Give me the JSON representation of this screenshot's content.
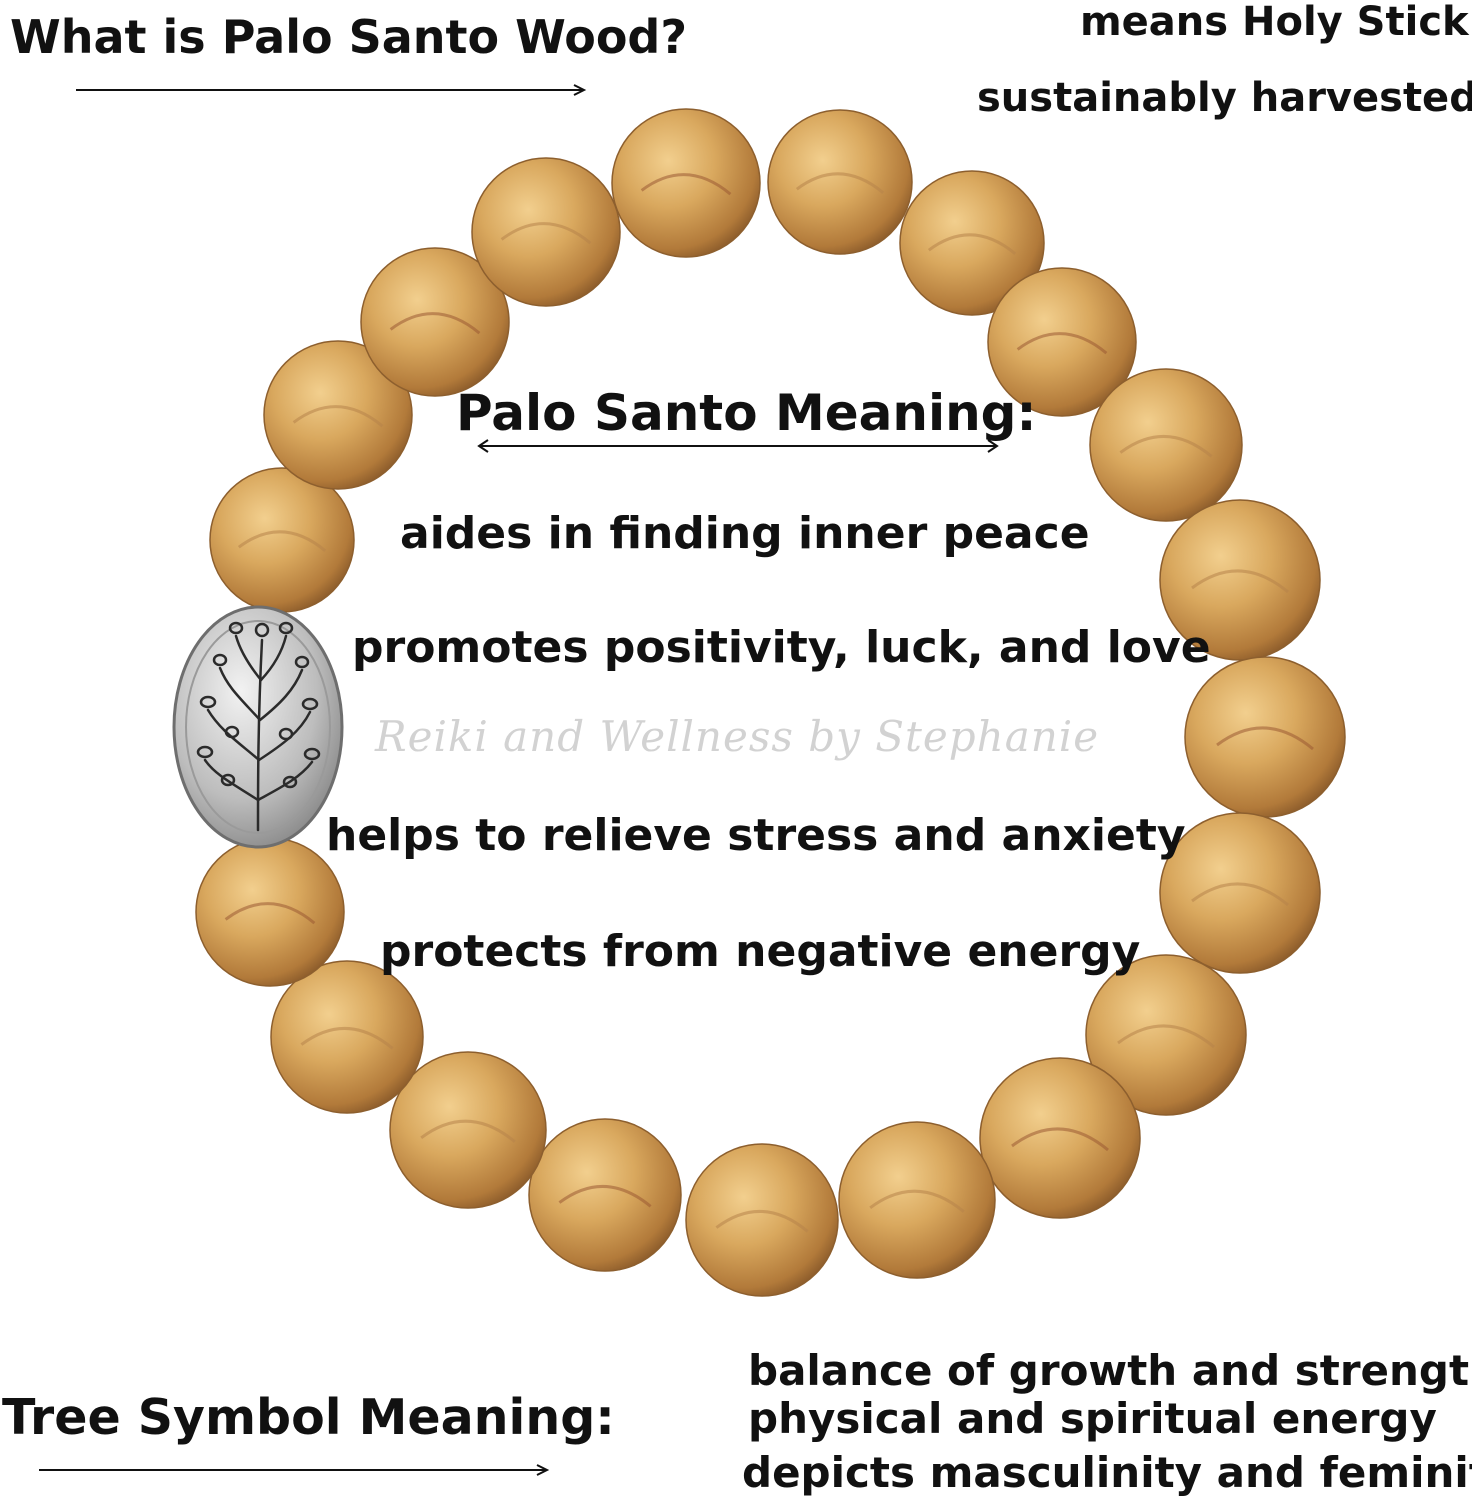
{
  "header": {
    "question": "What is Palo Santo Wood?",
    "facts": [
      "means Holy Stick",
      "sustainably harvested"
    ]
  },
  "meaning": {
    "title": "Palo Santo Meaning:",
    "items": [
      "aides in finding inner peace",
      "promotes positivity, luck, and love",
      "helps to relieve stress and anxiety",
      "protects from negative energy"
    ]
  },
  "watermark": "Reiki and Wellness by Stephanie",
  "tree": {
    "title": "Tree Symbol Meaning:",
    "items": [
      "balance of growth and strength",
      "physical and spiritual energy",
      "depicts masculinity and feminity"
    ]
  },
  "image": {
    "subject": "palo santo wood bead bracelet with silver tree-of-life charm",
    "bead_color": "#c9954f",
    "charm_color": "#c4c4c4"
  }
}
